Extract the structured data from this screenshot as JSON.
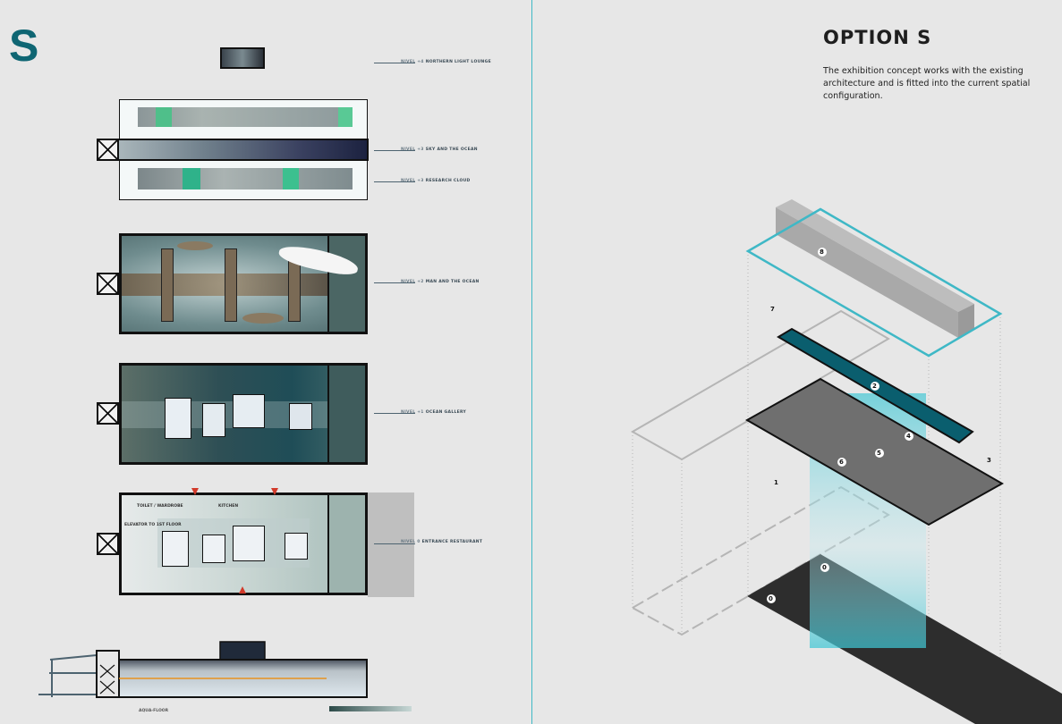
{
  "board": {
    "letter": "S",
    "title": "OPTION S",
    "description": "The exhibition concept works with the existing architecture and is fitted into the current spatial configuration."
  },
  "levels": [
    {
      "level": "NIVEL +4",
      "name": "NORTHERN LIGHT LOUNGE"
    },
    {
      "level": "NIVEL +3",
      "name": "SKY AND THE OCEAN"
    },
    {
      "level": "NIVEL +3",
      "name": "RESEARCH CLOUD"
    },
    {
      "level": "NIVEL +2",
      "name": "MAN AND THE OCEAN"
    },
    {
      "level": "NIVEL +1",
      "name": "OCEAN GALLERY"
    },
    {
      "level": "NIVEL 0",
      "name": "ENTRANCE RESTAURANT"
    }
  ],
  "plan_labels": {
    "toilet": "TOILET / WARDROBE",
    "kitchen": "KITCHEN",
    "elevator": "ELEVATOR TO 1ST FLOOR"
  },
  "section": {
    "label": "AQUA-FLOOR"
  },
  "axon_numbers": [
    "8",
    "7",
    "2",
    "4",
    "5",
    "6",
    "3",
    "1",
    "0",
    "0"
  ],
  "colors": {
    "accent": "#0f6673",
    "cyan": "#3fb8c6",
    "teal_slab": "#0a5e6e"
  }
}
